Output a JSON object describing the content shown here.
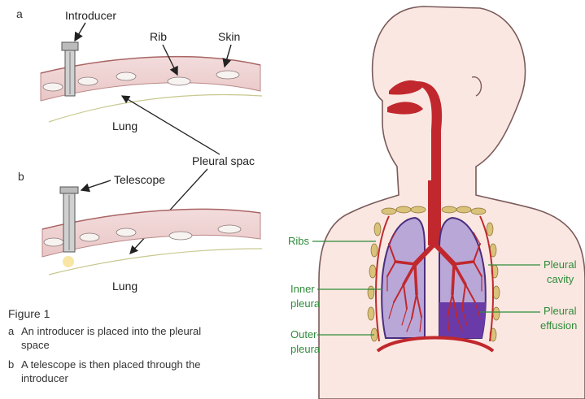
{
  "left_figure": {
    "panel_a": {
      "letter": "a",
      "introducer": "Introducer",
      "rib": "Rib",
      "skin": "Skin",
      "lung": "Lung"
    },
    "pleural_space": "Pleural spac",
    "panel_b": {
      "letter": "b",
      "telescope": "Telescope",
      "lung": "Lung"
    },
    "caption": {
      "title": "Figure 1",
      "item_a_marker": "a",
      "item_a_line1": "An introducer is placed into the pleural",
      "item_a_line2": "space",
      "item_b_marker": "b",
      "item_b_line1": "A telescope is then placed through the",
      "item_b_line2": "introducer"
    }
  },
  "right_figure": {
    "ribs": "Ribs",
    "inner_pleura_1": "Inner",
    "inner_pleura_2": "pleura",
    "outer_pleura_1": "Outer",
    "outer_pleura_2": "pleura",
    "pleural_cavity_1": "Pleural",
    "pleural_cavity_2": "cavity",
    "pleural_effusion_1": "Pleural",
    "pleural_effusion_2": "effusion"
  },
  "colors": {
    "label_green": "#2e8b3a",
    "airway_red": "#c0282d",
    "lung_lavender": "#b9a7d8",
    "effusion_purple": "#6a3aa8",
    "skin": "#fae7e1",
    "body_outline": "#7a5a5a"
  }
}
